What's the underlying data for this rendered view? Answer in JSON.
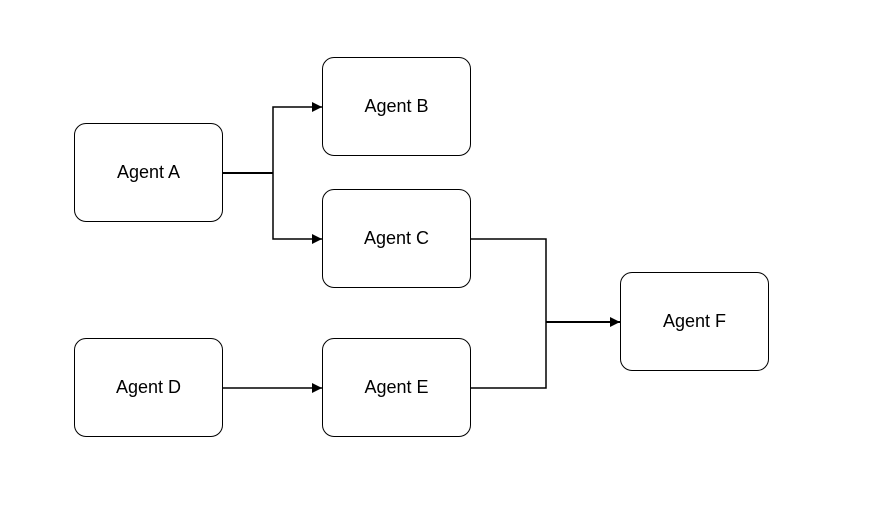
{
  "diagram": {
    "nodes": [
      {
        "id": "a",
        "label": "Agent A"
      },
      {
        "id": "b",
        "label": "Agent B"
      },
      {
        "id": "c",
        "label": "Agent C"
      },
      {
        "id": "d",
        "label": "Agent D"
      },
      {
        "id": "e",
        "label": "Agent E"
      },
      {
        "id": "f",
        "label": "Agent F"
      }
    ],
    "edges": [
      {
        "from": "Agent A",
        "to": "Agent B"
      },
      {
        "from": "Agent A",
        "to": "Agent C"
      },
      {
        "from": "Agent D",
        "to": "Agent E"
      },
      {
        "from": "Agent C",
        "to": "Agent F"
      },
      {
        "from": "Agent E",
        "to": "Agent F"
      }
    ],
    "colors": {
      "line": "#000000",
      "node_fill": "#ffffff",
      "background": "#ffffff"
    }
  }
}
